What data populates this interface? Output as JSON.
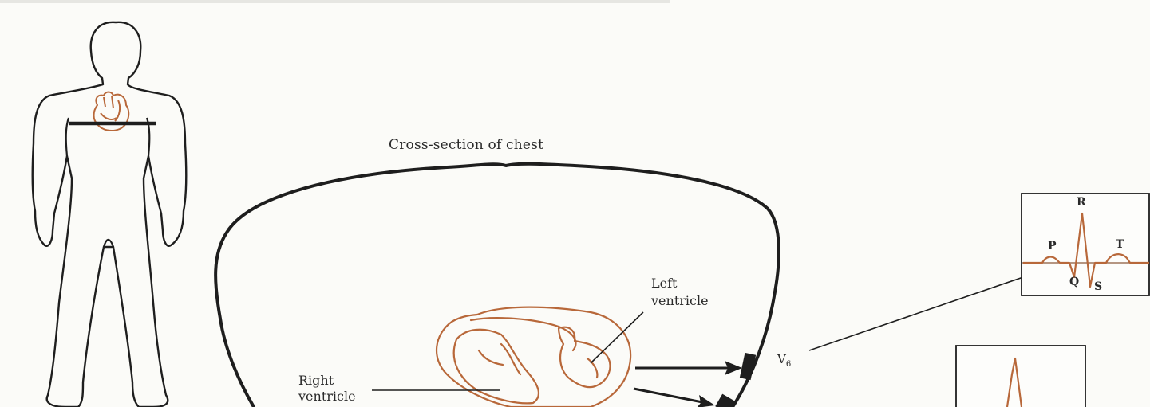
{
  "figure": {
    "caption": "Cross-section of chest",
    "labels": {
      "left_ventricle_line1": "Left",
      "left_ventricle_line2": "ventricle",
      "right_ventricle_line1": "Right",
      "right_ventricle_line2": "ventricle",
      "lead_letter": "V",
      "lead_number": "6"
    },
    "ekg_waves": {
      "p": "P",
      "q": "Q",
      "r": "R",
      "s": "S",
      "t": "T"
    }
  },
  "colors": {
    "outline": "#1e1e1e",
    "heart": "#b8683a",
    "background": "#fbfbf8"
  }
}
